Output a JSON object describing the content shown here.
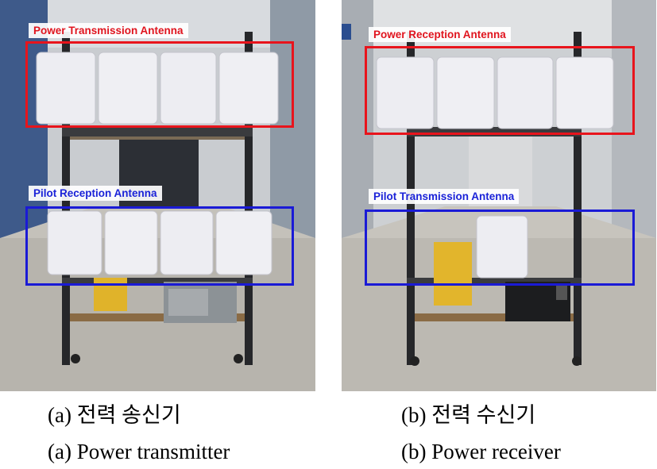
{
  "panels": {
    "a": {
      "top_label": "Power Transmission Antenna",
      "bottom_label": "Pilot Reception Antenna",
      "caption_ko": "(a) 전력 송신기",
      "caption_en": "(a) Power transmitter"
    },
    "b": {
      "top_label": "Power Reception Antenna",
      "bottom_label": "Pilot Transmission Antenna",
      "caption_ko": "(b) 전력 수신기",
      "caption_en": "(b) Power receiver"
    }
  },
  "colors": {
    "power_antenna_box": "#e8141c",
    "pilot_antenna_box": "#1a1ad6"
  }
}
